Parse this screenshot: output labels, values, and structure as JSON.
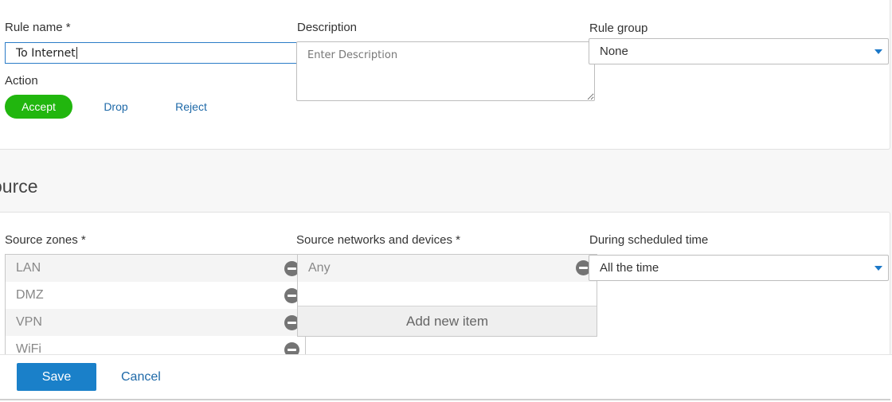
{
  "rule": {
    "name_label": "Rule name *",
    "name_value": "To Internet",
    "description_label": "Description",
    "description_placeholder": "Enter Description",
    "group_label": "Rule group",
    "group_value": "None",
    "action_label": "Action",
    "actions": [
      {
        "label": "Accept",
        "selected": true
      },
      {
        "label": "Drop",
        "selected": false
      },
      {
        "label": "Reject",
        "selected": false
      }
    ]
  },
  "source": {
    "title": "ource",
    "zones_label": "Source zones *",
    "zones": [
      "LAN",
      "DMZ",
      "VPN",
      "WiFi"
    ],
    "networks_label": "Source networks and devices *",
    "networks": [
      "Any"
    ],
    "add_item_label": "Add new item",
    "schedule_label": "During scheduled time",
    "schedule_value": "All the time"
  },
  "footer": {
    "save_label": "Save",
    "cancel_label": "Cancel"
  },
  "colors": {
    "accent": "#1a80c9",
    "accept": "#21b60e",
    "link": "#1e69a8"
  }
}
